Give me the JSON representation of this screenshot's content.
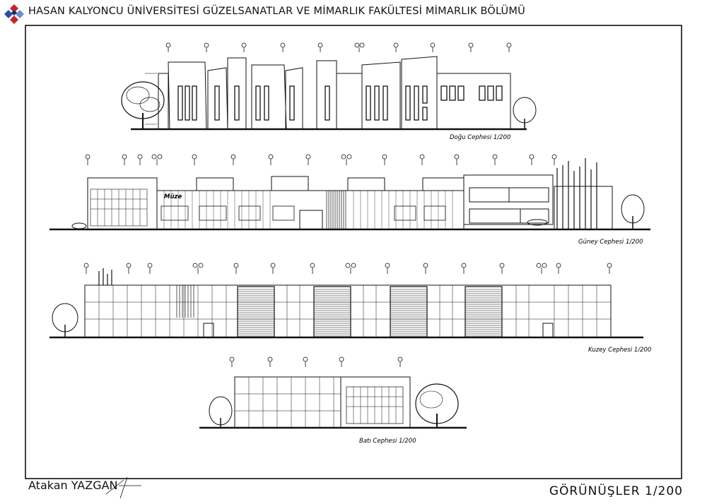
{
  "header": {
    "institution": "HASAN KALYONCU ÜNİVERSİTESİ GÜZELSANATLAR VE MİMARLIK FAKÜLTESİ MİMARLIK BÖLÜMÜ"
  },
  "elevations": {
    "east": "Doğu Cephesi 1/200",
    "south": "Güney Cephesi 1/200",
    "north": "Kuzey Cephesi 1/200",
    "west": "Batı Cephesi 1/200"
  },
  "labels": {
    "museum": "Müze"
  },
  "footer": {
    "author": "Atakan YAZGAN",
    "sheet_title": "GÖRÜNÜŞLER  1/200"
  }
}
